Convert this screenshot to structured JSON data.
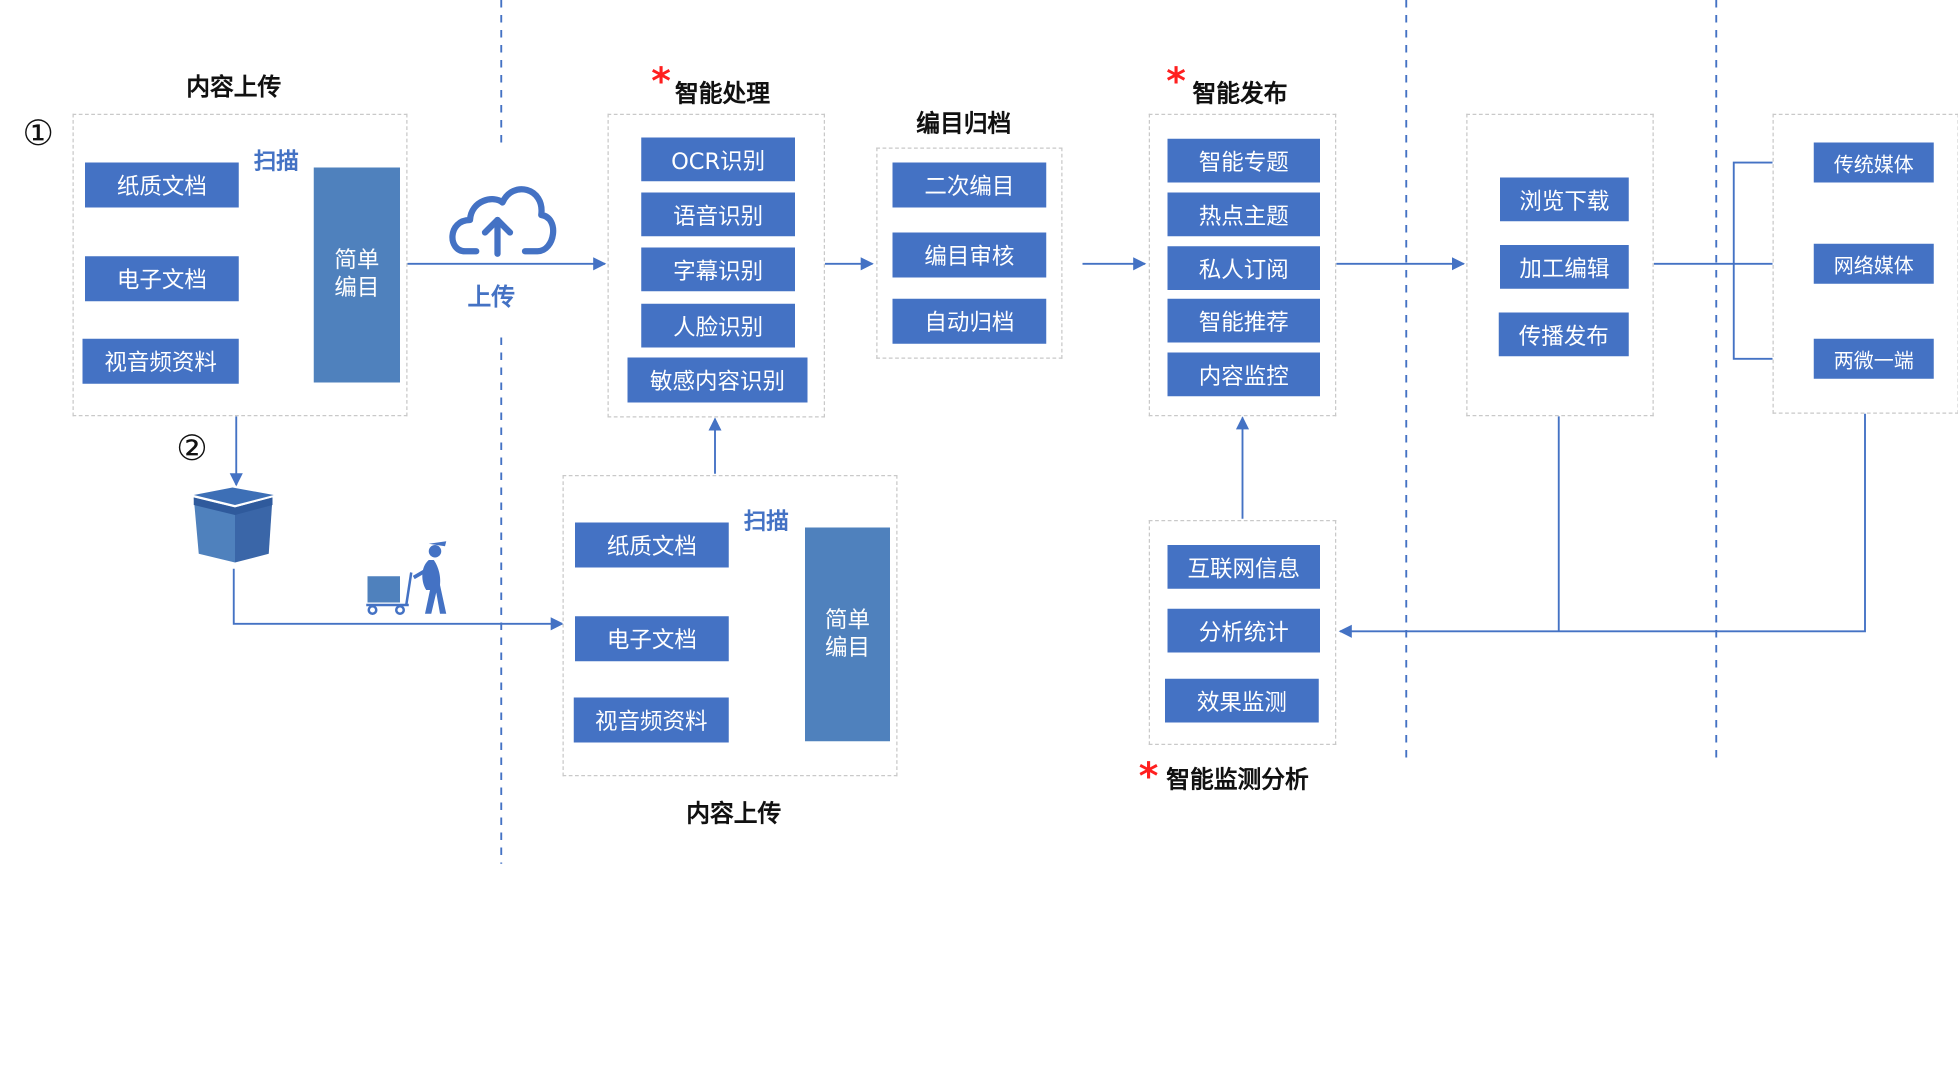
{
  "upload_left": {
    "title": "内容上传",
    "step": "①",
    "scan": "扫描",
    "items": [
      "纸质文档",
      "电子文档",
      "视音频资料"
    ],
    "catalog": "简单编目"
  },
  "upload_arrow": {
    "label": "上传"
  },
  "step2": "②",
  "upload_bottom": {
    "title": "内容上传",
    "scan": "扫描",
    "items": [
      "纸质文档",
      "电子文档",
      "视音频资料"
    ],
    "catalog": "简单编目"
  },
  "processing": {
    "star": "*",
    "title": "智能处理",
    "items": [
      "OCR识别",
      "语音识别",
      "字幕识别",
      "人脸识别",
      "敏感内容识别"
    ]
  },
  "archive": {
    "title": "编目归档",
    "items": [
      "二次编目",
      "编目审核",
      "自动归档"
    ]
  },
  "publish": {
    "star": "*",
    "title": "智能发布",
    "items": [
      "智能专题",
      "热点主题",
      "私人订阅",
      "智能推荐",
      "内容监控"
    ]
  },
  "monitor": {
    "star": "*",
    "title": "智能监测分析",
    "items": [
      "互联网信息",
      "分析统计",
      "效果监测"
    ]
  },
  "usage": {
    "items": [
      "浏览下载",
      "加工编辑",
      "传播发布"
    ]
  },
  "media": {
    "items": [
      "传统媒体",
      "网络媒体",
      "两微一端"
    ]
  },
  "colors": {
    "box": "#4472c4",
    "catalog": "#4f81bd",
    "line": "#4472c4",
    "star": "#ff1f1f"
  }
}
